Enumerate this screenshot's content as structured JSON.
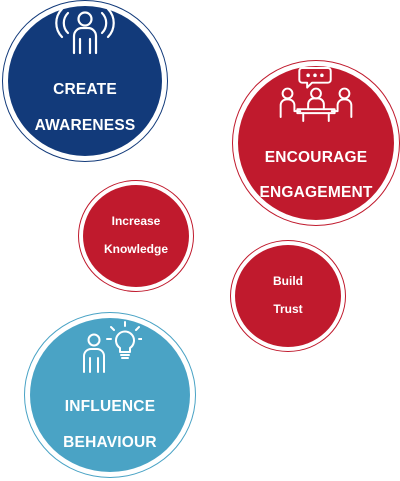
{
  "colors": {
    "navy": "#123a7a",
    "red": "#c01a2d",
    "teal": "#4aa3c5",
    "white": "#ffffff"
  },
  "circles": {
    "awareness": {
      "line1": "CREATE",
      "line2": "AWARENESS",
      "icon": "person-broadcast-icon"
    },
    "engagement": {
      "line1": "ENCOURAGE",
      "line2": "ENGAGEMENT",
      "icon": "meeting-group-icon"
    },
    "knowledge": {
      "line1": "Increase",
      "line2": "Knowledge"
    },
    "trust": {
      "line1": "Build",
      "line2": "Trust"
    },
    "behaviour": {
      "line1": "INFLUENCE",
      "line2": "BEHAVIOUR",
      "icon": "person-idea-icon"
    }
  }
}
